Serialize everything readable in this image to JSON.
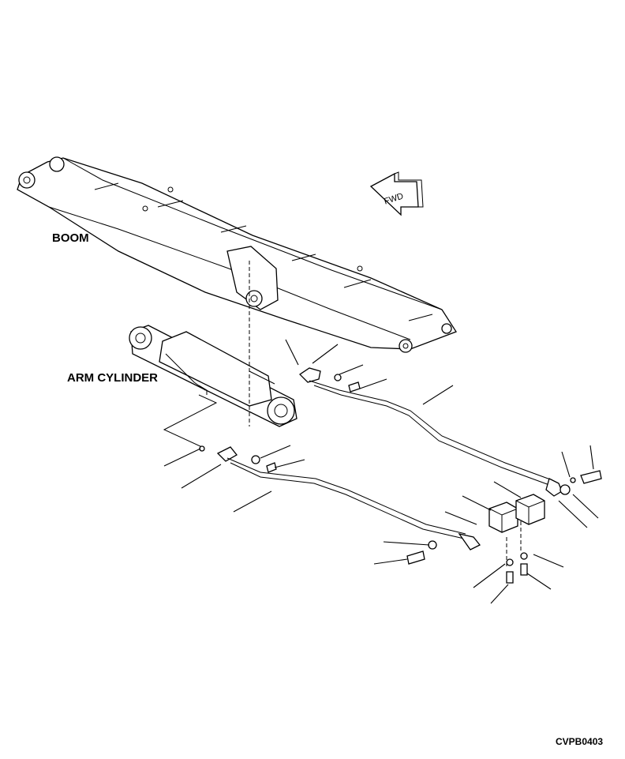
{
  "labels": {
    "boom": "BOOM",
    "arm_cylinder": "ARM CYLINDER",
    "forward_arrow": "FWD",
    "drawing_code": "CVPB0403"
  },
  "colors": {
    "line": "#000000",
    "background": "#ffffff"
  },
  "icons": {
    "forward": "left-arrow-icon"
  }
}
